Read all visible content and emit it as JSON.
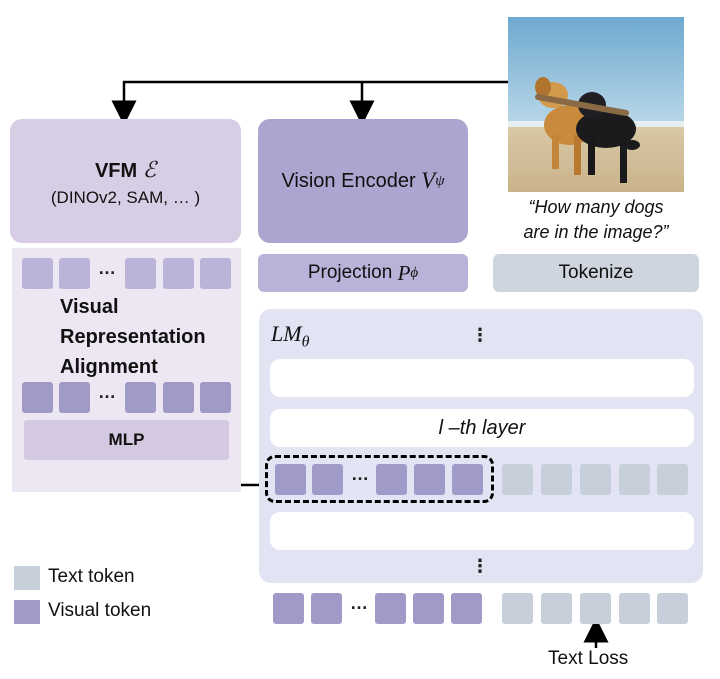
{
  "vfm": {
    "title": "VFM",
    "symbol": "ℰ",
    "subtitle": "(DINOv2, SAM, … )"
  },
  "vision_encoder": {
    "label": "Vision Encoder",
    "symbol": "V",
    "sub": "ψ"
  },
  "projection": {
    "label": "Projection",
    "symbol": "P",
    "sub": "ϕ"
  },
  "tokenize": {
    "label": "Tokenize"
  },
  "question": {
    "line1": "“How many dogs",
    "line2": "are in the image?”"
  },
  "alignment": {
    "line1": "Visual",
    "line2": "Representation",
    "line3": "Alignment"
  },
  "mlp": {
    "label": "MLP"
  },
  "lm": {
    "symbol": "LM",
    "sub": "θ",
    "layer_label": "l –th layer"
  },
  "ellipsis": "…",
  "vdots": "⋮",
  "legend": {
    "text_token": "Text token",
    "visual_token": "Visual token"
  },
  "text_loss": "Text Loss",
  "colors": {
    "vfm_box": "#d7cde4",
    "vfm_panel": "#ece7f3",
    "encoder_box": "#aaa6cf",
    "projection_box": "#b9b3d9",
    "tokenize_box": "#cfd5de",
    "lm_panel": "#e2e3f3",
    "visual_token": "#9f9ac8",
    "text_token": "#c7cfdb",
    "mlp_box": "#d5c8e1"
  }
}
